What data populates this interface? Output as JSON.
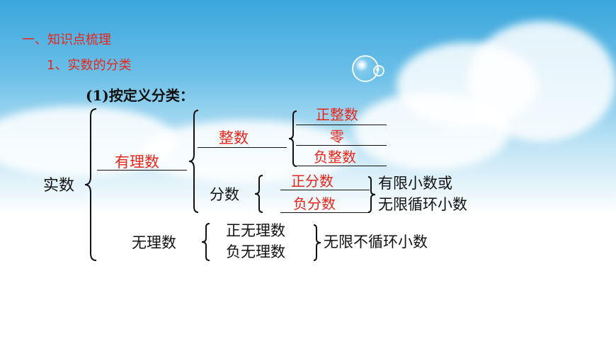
{
  "heading": "一、知识点梳理",
  "subheading": "1、实数的分类",
  "method": "(1)按定义分类：",
  "real_numbers": "实数",
  "rational": "有理数",
  "integer": "整数",
  "positive_integer": "正整数",
  "zero": "零",
  "negative_integer": "负整数",
  "fraction": "分数",
  "positive_fraction": "正分数",
  "negative_fraction": "负分数",
  "finite_decimal_line1": "有限小数或",
  "finite_decimal_line2": "无限循环小数",
  "irrational": "无理数",
  "positive_irrational": "正无理数",
  "negative_irrational": "负无理数",
  "nonrepeating": "无限不循环小数",
  "colors": {
    "red": "#e8261b",
    "text": "#111111"
  }
}
